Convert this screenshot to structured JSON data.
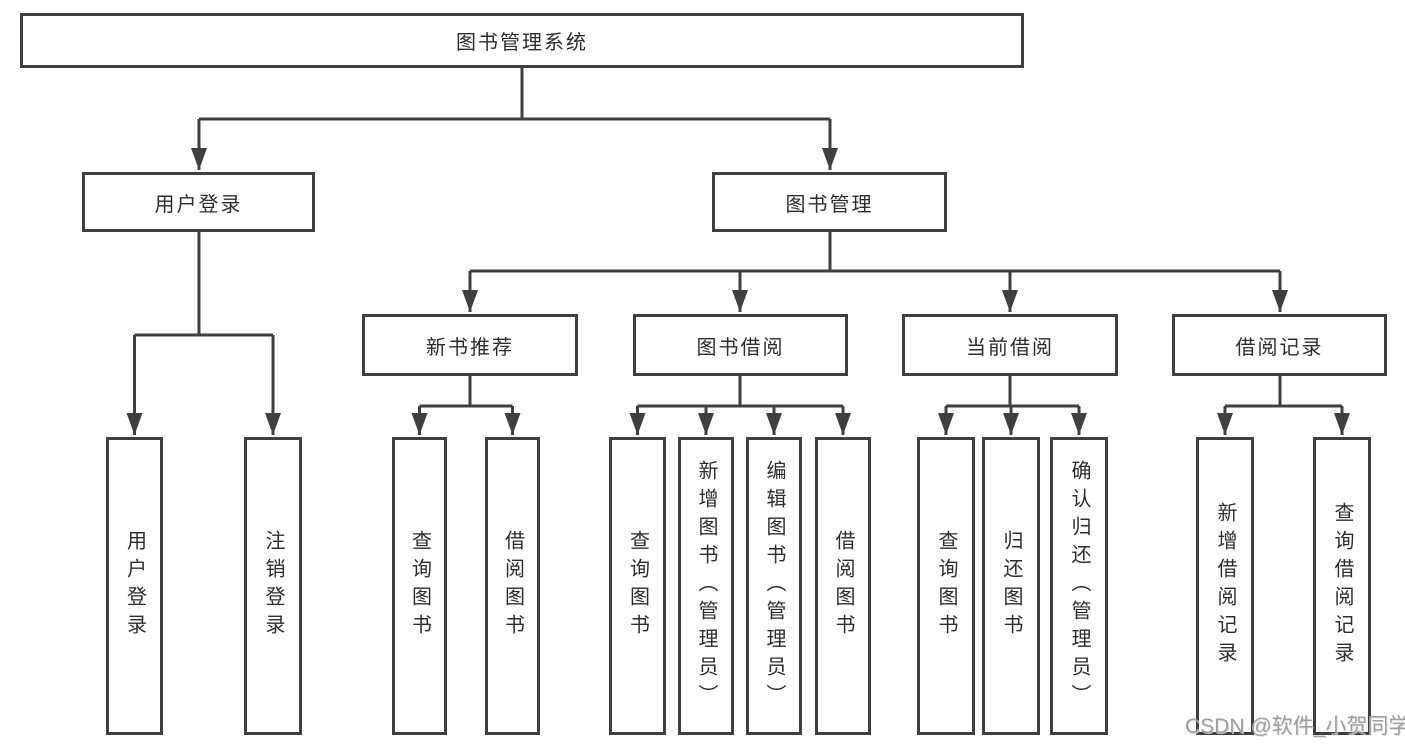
{
  "title": {
    "label": "图书管理系统"
  },
  "level2": {
    "user_login": {
      "label": "用户登录"
    },
    "book_mgmt": {
      "label": "图书管理"
    }
  },
  "level3": {
    "new_book": {
      "label": "新书推荐"
    },
    "borrow": {
      "label": "图书借阅"
    },
    "current": {
      "label": "当前借阅"
    },
    "records": {
      "label": "借阅记录"
    }
  },
  "leaves": {
    "user_login_login": {
      "label": "用户登录"
    },
    "user_login_logout": {
      "label": "注销登录"
    },
    "new_book_query": {
      "label": "查询图书"
    },
    "new_book_borrow": {
      "label": "借阅图书"
    },
    "borrow_query": {
      "label": "查询图书"
    },
    "borrow_add": {
      "label": "新增图书（管理员）"
    },
    "borrow_edit": {
      "label": "编辑图书（管理员）"
    },
    "borrow_borrow": {
      "label": "借阅图书"
    },
    "current_query": {
      "label": "查询图书"
    },
    "current_return": {
      "label": "归还图书"
    },
    "current_confirm": {
      "label": "确认归还（管理员）"
    },
    "records_add": {
      "label": "新增借阅记录"
    },
    "records_query": {
      "label": "查询借阅记录"
    }
  },
  "watermark": "CSDN @软件_小贺同学",
  "colors": {
    "line": "#3f3f3f",
    "box_bg": "#ffffff",
    "text": "#2d2d2d",
    "watermark": "#9e9e9e",
    "page_bg": "#ffffff"
  }
}
